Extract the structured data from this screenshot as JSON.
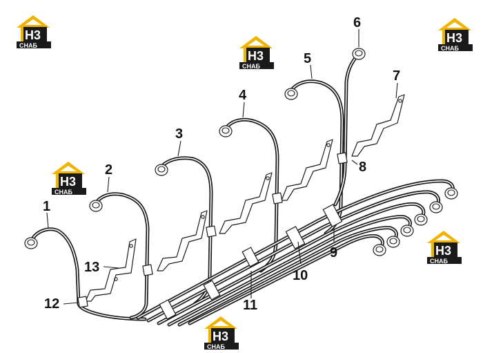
{
  "diagram": {
    "callouts": [
      "1",
      "2",
      "3",
      "4",
      "5",
      "6",
      "7",
      "8",
      "9",
      "10",
      "11",
      "12",
      "13"
    ]
  },
  "watermark": {
    "logo_text": "H3",
    "brand_text": "СНАБ",
    "colors": {
      "roof": "#f0b400",
      "box": "#1a1a1a",
      "text": "#ffffff"
    }
  }
}
